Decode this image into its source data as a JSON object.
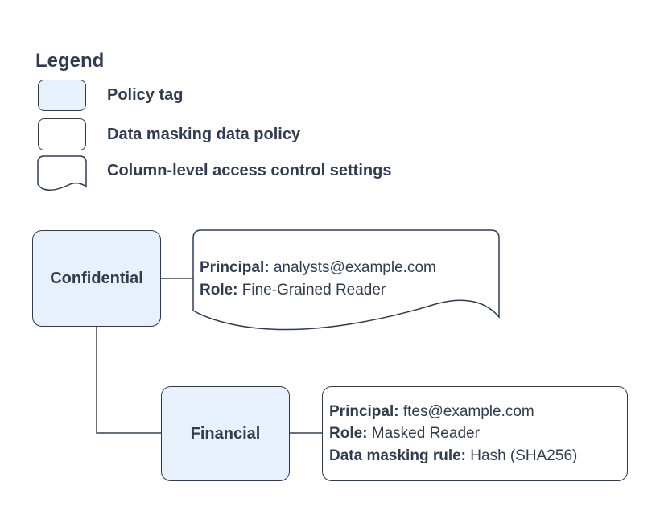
{
  "colors": {
    "background": "#ffffff",
    "node_fill": "#e8f0fb",
    "node_border": "#2e3b4e",
    "text": "#313d4f",
    "connector": "#37404e"
  },
  "legend": {
    "title": "Legend",
    "items": [
      {
        "swatch_icon": "policy-tag-swatch",
        "label": "Policy tag"
      },
      {
        "swatch_icon": "data-policy-swatch",
        "label": "Data masking data policy"
      },
      {
        "swatch_icon": "document-swatch",
        "label": "Column-level access control settings"
      }
    ]
  },
  "diagram": {
    "nodes": {
      "confidential": {
        "label": "Confidential"
      },
      "financial": {
        "label": "Financial"
      }
    },
    "confidential_policy": {
      "lines": [
        {
          "label": "Principal:",
          "value": " analysts@example.com"
        },
        {
          "label": "Role:",
          "value": " Fine-Grained Reader"
        }
      ]
    },
    "financial_policy": {
      "lines": [
        {
          "label": "Principal:",
          "value": " ftes@example.com"
        },
        {
          "label": "Role:",
          "value": " Masked Reader"
        },
        {
          "label": "Data masking rule:",
          "value": " Hash (SHA256)"
        }
      ]
    }
  }
}
